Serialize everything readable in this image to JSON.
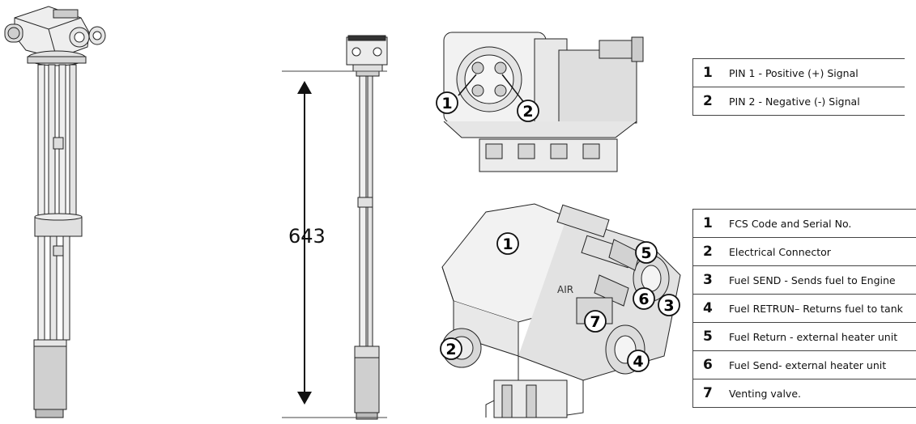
{
  "dimension": {
    "value": "643"
  },
  "connector_callouts": [
    "1",
    "2"
  ],
  "body_callouts": [
    "1",
    "2",
    "3",
    "4",
    "5",
    "6",
    "7"
  ],
  "air_label": "AIR",
  "legend_connector": [
    {
      "num": "1",
      "text": "PIN 1 - Positive (+)  Signal"
    },
    {
      "num": "2",
      "text": "PIN 2 - Negative (-)  Signal"
    }
  ],
  "legend_components": [
    {
      "num": "1",
      "text": "FCS Code and Serial No."
    },
    {
      "num": "2",
      "text": "Electrical Connector"
    },
    {
      "num": "3",
      "text": "Fuel SEND - Sends fuel to Engine"
    },
    {
      "num": "4",
      "text": "Fuel RETRUN– Returns fuel to tank"
    },
    {
      "num": "5",
      "text": "Fuel Return - external heater unit"
    },
    {
      "num": "6",
      "text": "Fuel Send- external heater unit"
    },
    {
      "num": "7",
      "text": "Venting valve."
    }
  ],
  "colors": {
    "line": "#222222",
    "fill_light": "#f2f2f2",
    "fill_mid": "#dcdcdc",
    "fill_dark": "#b8b8b8"
  }
}
